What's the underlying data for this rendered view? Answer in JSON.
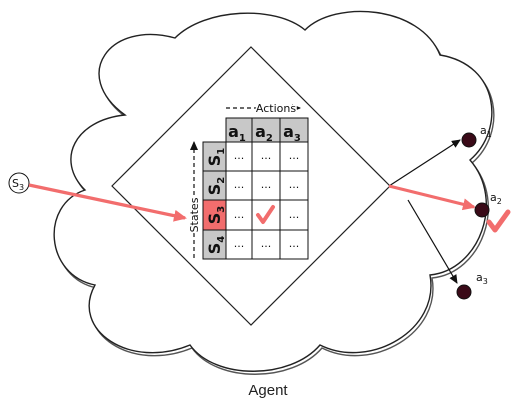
{
  "diagram": {
    "caption": "Agent",
    "input_state": {
      "letter": "S",
      "sub": "3"
    },
    "qtable": {
      "actions_label": "Actions",
      "states_label": "States",
      "actions": [
        {
          "letter": "a",
          "sub": "1"
        },
        {
          "letter": "a",
          "sub": "2"
        },
        {
          "letter": "a",
          "sub": "3"
        }
      ],
      "states": [
        {
          "letter": "S",
          "sub": "1"
        },
        {
          "letter": "S",
          "sub": "2"
        },
        {
          "letter": "S",
          "sub": "3"
        },
        {
          "letter": "S",
          "sub": "4"
        }
      ],
      "cell_text": "...",
      "highlighted_state_index": 2,
      "checked_cell": {
        "row": 2,
        "col": 1
      }
    },
    "outputs": [
      {
        "letter": "a",
        "sub": "1"
      },
      {
        "letter": "a",
        "sub": "2",
        "selected": true
      },
      {
        "letter": "a",
        "sub": "3"
      }
    ],
    "colors": {
      "accent": "#f26d6d",
      "header_fill": "#c8c8c8",
      "state_fill": "#c8c8c8",
      "node_fill": "#3a0a18",
      "line": "#222222"
    }
  }
}
